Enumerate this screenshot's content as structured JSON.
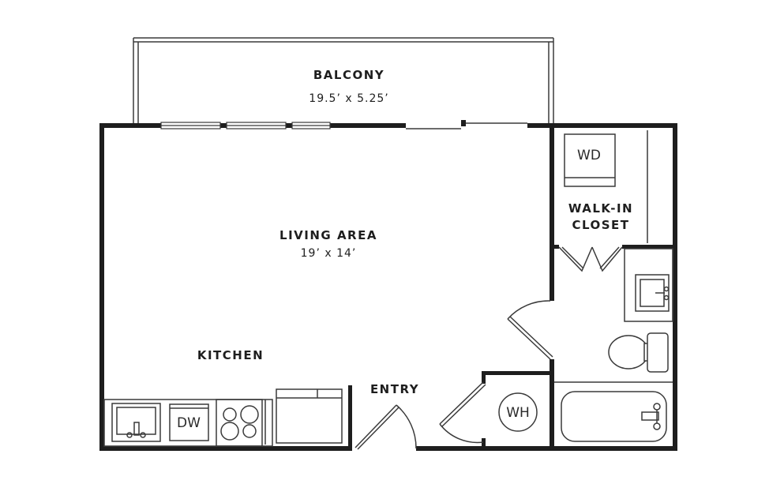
{
  "plan": {
    "wall_color": "#1e1e1e",
    "line_color": "#3a3a3a",
    "background": "#ffffff"
  },
  "rooms": {
    "balcony": {
      "name": "BALCONY",
      "dimensions": "19.5’ x 5.25’"
    },
    "living_area": {
      "name": "LIVING AREA",
      "dimensions": "19’ x 14’"
    },
    "kitchen": {
      "name": "KITCHEN"
    },
    "entry": {
      "name": "ENTRY"
    },
    "walk_in_closet": {
      "name_line1": "WALK-IN",
      "name_line2": "CLOSET"
    }
  },
  "fixtures": {
    "washer_dryer": "WD",
    "dishwasher": "DW",
    "water_heater": "WH"
  }
}
